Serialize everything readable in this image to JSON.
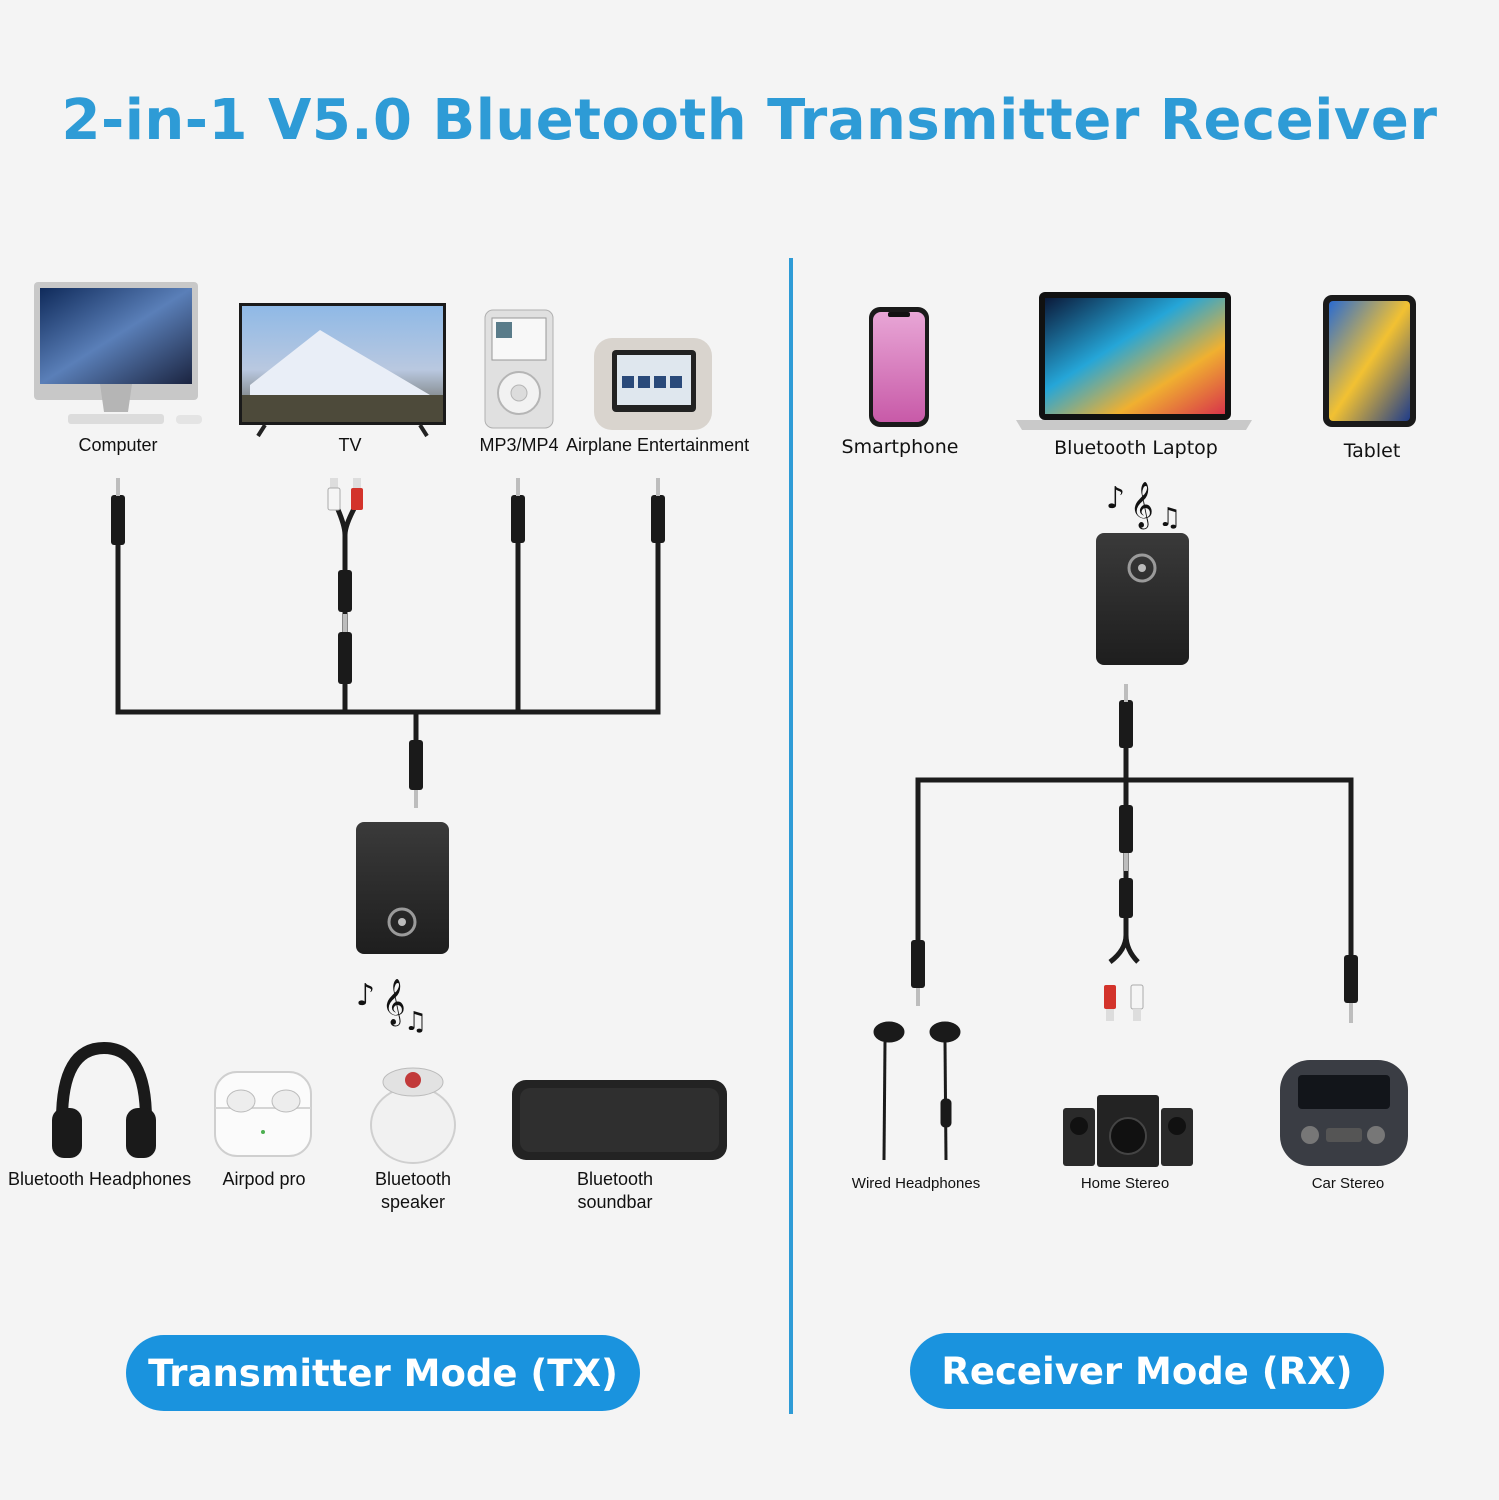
{
  "title": "2-in-1 V5.0 Bluetooth Transmitter Receiver",
  "tx": {
    "mode_label": "Transmitter Mode (TX)",
    "sources": [
      "Computer",
      "TV",
      "MP3/MP4",
      "Airplane Entertainment"
    ],
    "outputs": [
      "Bluetooth Headphones",
      "Airpod pro",
      "Bluetooth speaker",
      "Bluetooth soundbar"
    ]
  },
  "rx": {
    "mode_label": "Receiver Mode (RX)",
    "sources": [
      "Smartphone",
      "Bluetooth Laptop",
      "Tablet"
    ],
    "outputs": [
      "Wired Headphones",
      "Home Stereo",
      "Car Stereo"
    ]
  },
  "colors": {
    "accent": "#2e9bd6",
    "pill": "#1a93de",
    "cable": "#1c1c1c",
    "device": "#2b2b2b"
  },
  "icons": [
    "computer-icon",
    "tv-icon",
    "mp3-player-icon",
    "airplane-screen-icon",
    "smartphone-icon",
    "laptop-icon",
    "tablet-icon",
    "headphones-icon",
    "airpods-icon",
    "speaker-icon",
    "soundbar-icon",
    "earphones-icon",
    "home-stereo-icon",
    "car-stereo-icon",
    "music-notes-icon",
    "bluetooth-adapter-icon",
    "aux-plug-icon",
    "rca-plug-icon"
  ]
}
